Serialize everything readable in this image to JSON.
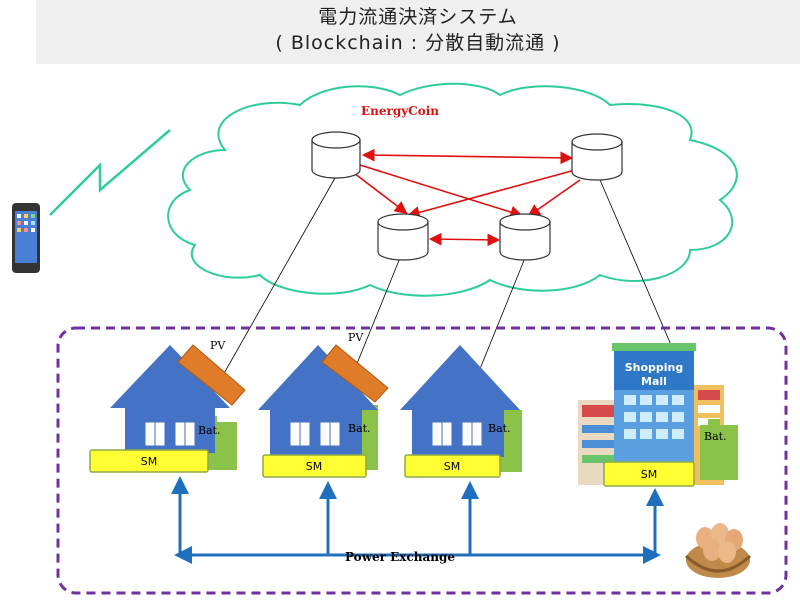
{
  "header": {
    "title": "電力流通決済システム",
    "subtitle": "( Blockchain : 分散自動流通 )"
  },
  "cloud": {
    "label": "EnergyCoin"
  },
  "labels": {
    "pv1": "PV",
    "pv2": "PV",
    "bat1": "Bat.",
    "bat2": "Bat.",
    "bat3": "Bat.",
    "bat4": "Bat.",
    "sm1": "SM",
    "sm2": "SM",
    "sm3": "SM",
    "sm4": "SM",
    "mall_sign_line1": "Shopping",
    "mall_sign_line2": "Mall",
    "exchange": "Power Exchange"
  },
  "colors": {
    "cloud_stroke": "#2ecc9a",
    "dashed_border": "#7030a0",
    "house": "#4472c4",
    "pv_panel": "#e07b2a",
    "battery": "#8bc34a",
    "sm_box": "#ffff33",
    "exchange_line": "#1f6fbf",
    "node_arrow": "#e01010",
    "energycoin_text": "#e01010"
  }
}
